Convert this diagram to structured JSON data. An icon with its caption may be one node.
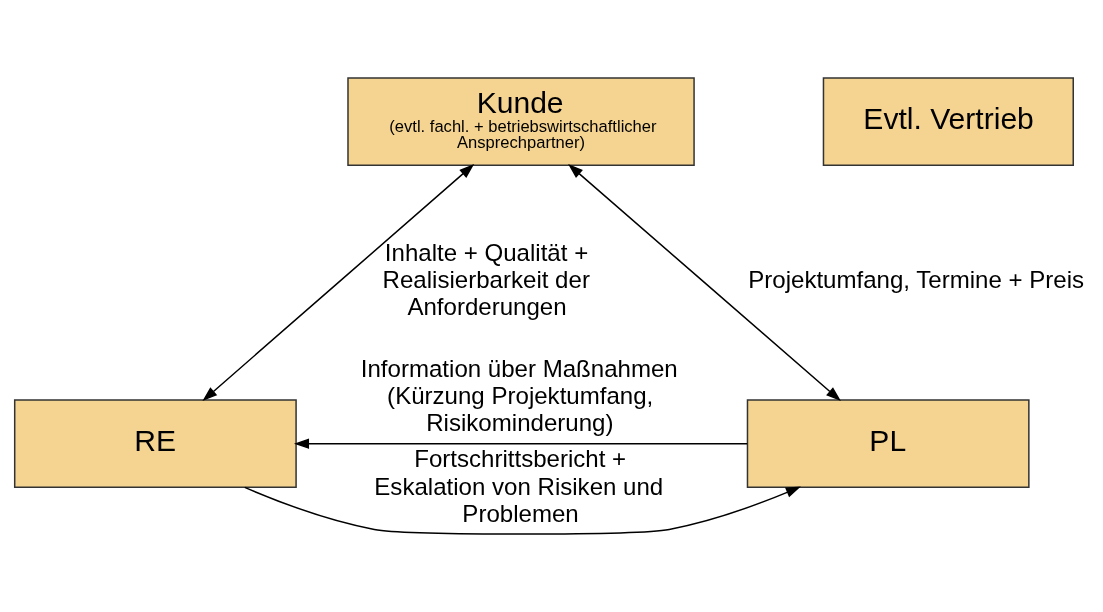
{
  "diagram": {
    "nodes": [
      {
        "text": [
          "Kunde",
          "(evtl. fachl. + betriebswirtschaftlicher Ansprechpartner)"
        ]
      },
      {
        "text": [
          "RE"
        ]
      },
      {
        "text": [
          "PL"
        ]
      },
      {
        "text": [
          "Evtl. Vertrieb"
        ]
      }
    ],
    "edges": [
      {
        "from": 0,
        "to": 1,
        "arrow": "both",
        "label": "Inhalte + Qualität + Realisierbarkeit der Anforderungen"
      },
      {
        "from": 0,
        "to": 2,
        "arrow": "both",
        "label": "Projektumfang, Termine + Preis"
      },
      {
        "from": 1,
        "to": 2,
        "arrow": "to",
        "label": "Fortschrittsbericht + Eskalation von Risiken und Problemen"
      },
      {
        "from": 2,
        "to": 1,
        "arrow": "to",
        "label": "Information über Maßnahmen (Kürzung Projektumfang, Risikominderung)"
      }
    ]
  }
}
